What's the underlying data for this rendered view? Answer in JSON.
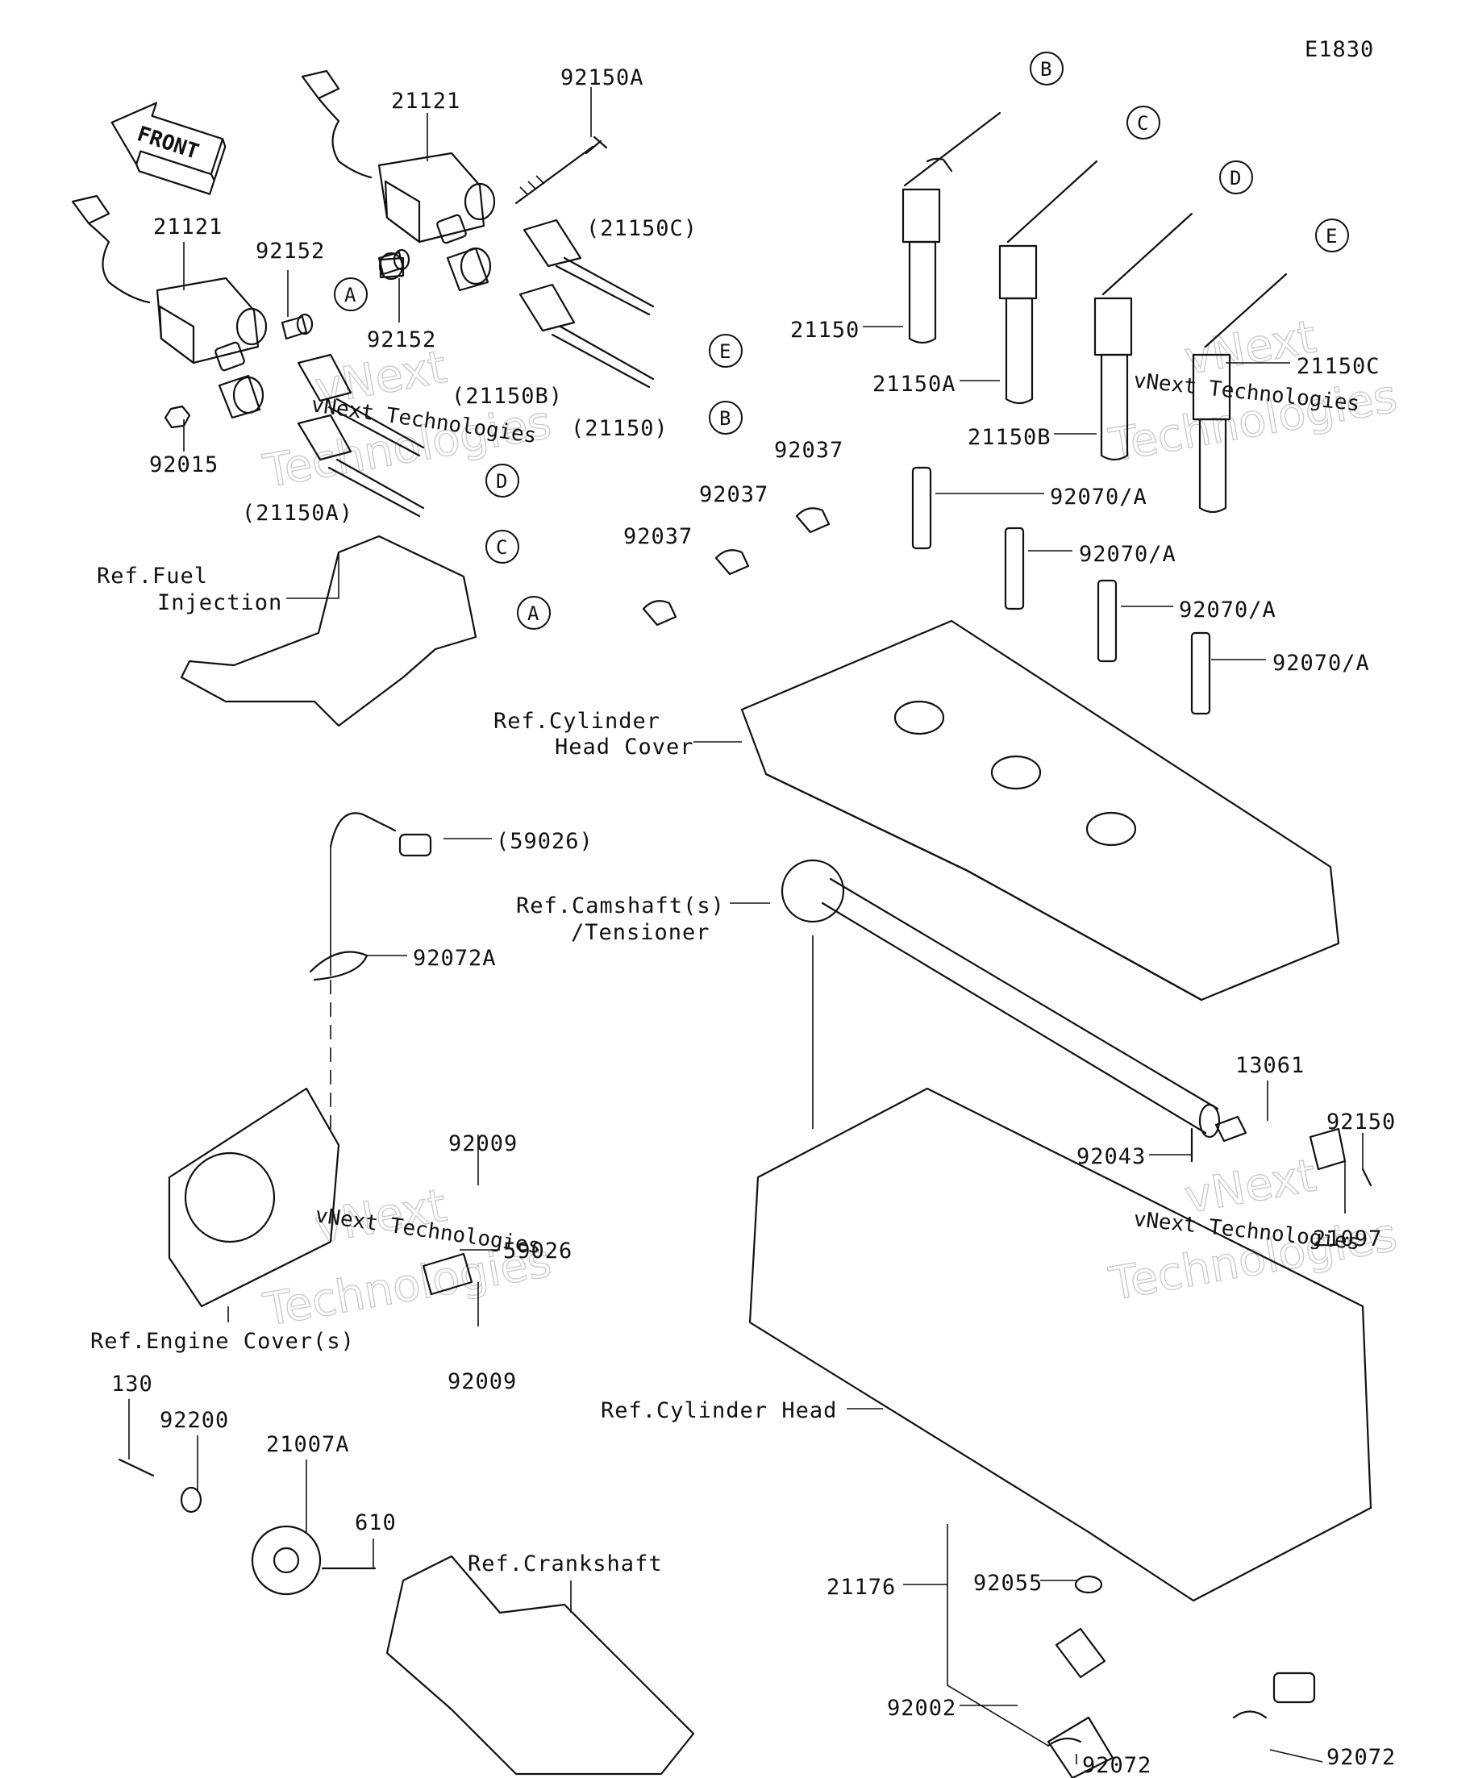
{
  "diagram_code": "E1830",
  "front_label": "FRONT",
  "watermark": {
    "line1": "vNext Technologies",
    "big1": "vNext",
    "big2": "Technologies"
  },
  "callouts": [
    "A",
    "B",
    "C",
    "D",
    "E"
  ],
  "labels": {
    "p92150A": "92150A",
    "p21121a": "21121",
    "p21121b": "21121",
    "p92152a": "92152",
    "p92152b": "92152",
    "p92015": "92015",
    "p21150C_paren": "(21150C)",
    "p21150B_paren": "(21150B)",
    "p21150_paren": "(21150)",
    "p21150A_paren": "(21150A)",
    "p21150": "21150",
    "p21150A": "21150A",
    "p21150B": "21150B",
    "p21150C": "21150C",
    "p92037a": "92037",
    "p92037b": "92037",
    "p92037c": "92037",
    "p92070a": "92070/A",
    "p92070b": "92070/A",
    "p92070c": "92070/A",
    "p92070d": "92070/A",
    "ref_fuel_1": "Ref.Fuel",
    "ref_fuel_2": "Injection",
    "ref_cyl_cover_1": "Ref.Cylinder",
    "ref_cyl_cover_2": "Head Cover",
    "p59026_paren": "(59026)",
    "ref_cam_1": "Ref.Camshaft(s)",
    "ref_cam_2": "/Tensioner",
    "p92072A": "92072A",
    "p92009a": "92009",
    "p92009b": "92009",
    "p59026": "59026",
    "ref_engine_cover": "Ref.Engine Cover(s)",
    "p13061": "13061",
    "p92150": "92150",
    "p92043": "92043",
    "p21097": "21097",
    "ref_cyl_head": "Ref.Cylinder Head",
    "p130": "130",
    "p92200": "92200",
    "p21007A": "21007A",
    "p610": "610",
    "ref_crank": "Ref.Crankshaft",
    "p21176": "21176",
    "p92055": "92055",
    "p92002": "92002",
    "p92072a": "92072",
    "p92072b": "92072"
  }
}
